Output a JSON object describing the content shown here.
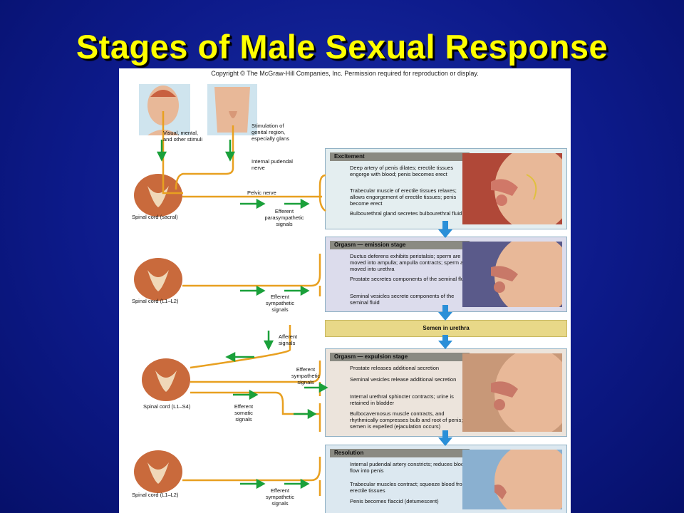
{
  "title": "Stages of Male Sexual Response",
  "copyright": "Copyright © The McGraw-Hill Companies, Inc. Permission required for reproduction or display.",
  "inputs": {
    "brain": "Visual, mental, and other stimuli",
    "genital": "Stimulation of genital region, especially glans",
    "nerve": "Internal pudendal nerve"
  },
  "stages": [
    {
      "name": "Excitement",
      "spinal": "Spinal cord (sacral)",
      "nerve_label": "Pelvic nerve",
      "signal": "Efferent parasympathetic signals",
      "items": [
        "Deep artery of penis dilates; erectile tissues engorge with blood; penis becomes erect",
        "Trabecular muscle of erectile tissues relaxes; allows engorgement of erectile tissues; penis become erect",
        "Bulbourethral gland secretes bulbourethral fluid"
      ]
    },
    {
      "name": "Orgasm — emission stage",
      "spinal": "Spinal cord (L1–L2)",
      "signal": "Efferent sympathetic signals",
      "items": [
        "Ductus deferens exhibits peristalsis; sperm are moved into ampulla; ampulla contracts; sperm are moved into urethra",
        "Prostate secretes components of the seminal fluid",
        "Seminal vesicles secrete components of the seminal fluid"
      ]
    },
    {
      "name": "Orgasm — expulsion stage",
      "spinal": "Spinal cord (L1–S4)",
      "afferent": "Afferent signals",
      "signal": "Efferent sympathetic signals",
      "signal2": "Efferent somatic signals",
      "items": [
        "Prostate releases additional secretion",
        "Seminal vesicles release additional secretion",
        "Internal urethral sphincter contracts; urine is retained in bladder",
        "Bulbocavernosus muscle contracts, and rhythmically compresses bulb and root of penis; semen is expelled (ejaculation occurs)"
      ]
    },
    {
      "name": "Resolution",
      "spinal": "Spinal cord (L1–L2)",
      "signal": "Efferent sympathetic signals",
      "items": [
        "Internal pudendal artery constricts; reduces blood flow into penis",
        "Trabecular muscles contract; squeeze blood from erectile tissues",
        "Penis becomes flaccid (detumescent)"
      ]
    }
  ],
  "semen_bar": "Semen in urethra",
  "colors": {
    "background": "#0d1a8a",
    "title": "#ffff00",
    "nerve": "#e8a020",
    "green_arrow": "#1aa03a",
    "blue_arrow": "#2a8fd8",
    "cord": "#c96a3c"
  }
}
